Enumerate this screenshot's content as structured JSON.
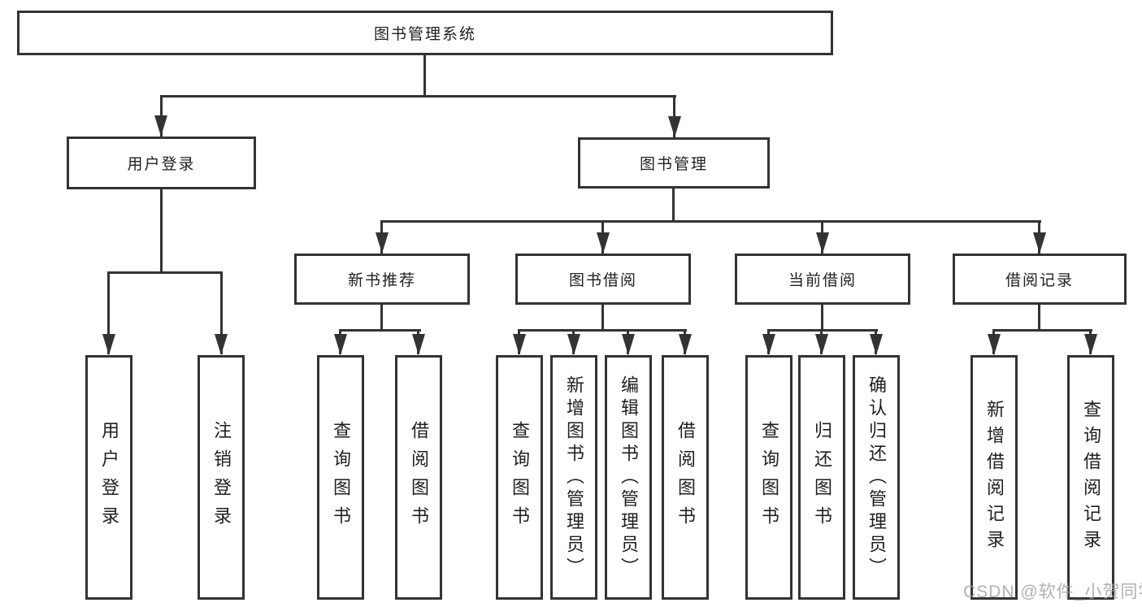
{
  "diagram": {
    "root": {
      "label": "图书管理系统"
    },
    "level2": [
      {
        "label": "用户登录"
      },
      {
        "label": "图书管理"
      }
    ],
    "level3": [
      {
        "label": "新书推荐"
      },
      {
        "label": "图书借阅"
      },
      {
        "label": "当前借阅"
      },
      {
        "label": "借阅记录"
      }
    ],
    "leaves": {
      "user_login": [
        "用户登录",
        "注销登录"
      ],
      "new_book": [
        "查询图书",
        "借阅图书"
      ],
      "book_borrow": [
        "查询图书",
        "新增图书（管理员）",
        "编辑图书（管理员）",
        "借阅图书"
      ],
      "current_borrow": [
        "查询图书",
        "归还图书",
        "确认归还（管理员）"
      ],
      "borrow_records": [
        "新增借阅记录",
        "查询借阅记录"
      ]
    }
  },
  "watermark": "CSDN @软件_小贺同学",
  "colors": {
    "line": "#333333",
    "text": "#1f1f1f",
    "background": "#ffffff",
    "watermark": "#9e9e9e"
  }
}
